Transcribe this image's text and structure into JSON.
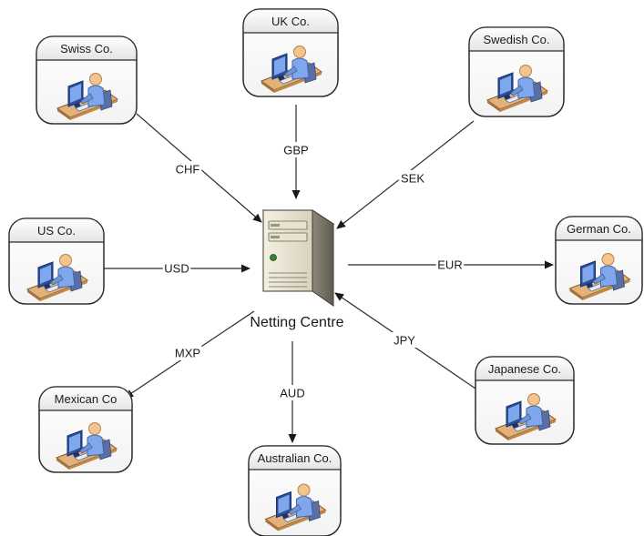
{
  "diagram": {
    "center": {
      "label": "Netting Centre",
      "icon": "server-tower-icon"
    },
    "companies": [
      {
        "key": "swiss",
        "label": "Swiss Co.",
        "currency": "CHF",
        "direction": "to_centre",
        "icon": "user-at-computer-icon"
      },
      {
        "key": "uk",
        "label": "UK Co.",
        "currency": "GBP",
        "direction": "to_centre",
        "icon": "user-at-computer-icon"
      },
      {
        "key": "swedish",
        "label": "Swedish Co.",
        "currency": "SEK",
        "direction": "to_centre",
        "icon": "user-at-computer-icon"
      },
      {
        "key": "us",
        "label": "US Co.",
        "currency": "USD",
        "direction": "to_centre",
        "icon": "user-at-computer-icon"
      },
      {
        "key": "german",
        "label": "German Co.",
        "currency": "EUR",
        "direction": "from_centre",
        "icon": "user-at-computer-icon"
      },
      {
        "key": "mexican",
        "label": "Mexican Co",
        "currency": "MXP",
        "direction": "from_centre",
        "icon": "user-at-computer-icon"
      },
      {
        "key": "australian",
        "label": "Australian Co.",
        "currency": "AUD",
        "direction": "from_centre",
        "icon": "user-at-computer-icon"
      },
      {
        "key": "japanese",
        "label": "Japanese Co.",
        "currency": "JPY",
        "direction": "to_centre",
        "icon": "user-at-computer-icon"
      }
    ]
  }
}
